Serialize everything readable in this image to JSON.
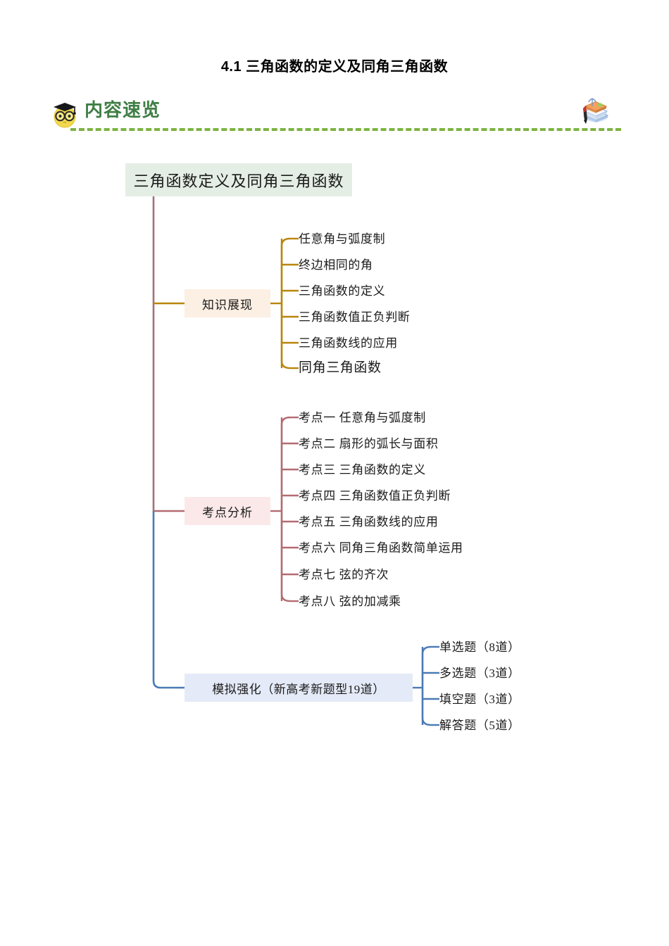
{
  "document": {
    "title": "4.1 三角函数的定义及同角三角函数"
  },
  "header": {
    "label": "内容速览",
    "left_icon": "owl-graduate-icon",
    "right_icon": "stacked-books-icon",
    "rule_color": "#7cb342",
    "label_color": "#3f7e45"
  },
  "mindmap": {
    "root": {
      "label": "三角函数定义及同角三角函数",
      "fill": "#e5eee5"
    },
    "branches": [
      {
        "label": "知识展现",
        "fill": "#fcefe3",
        "color": "#b8860b",
        "children": [
          {
            "label": "任意角与弧度制"
          },
          {
            "label": "终边相同的角"
          },
          {
            "label": "三角函数的定义"
          },
          {
            "label": "三角函数值正负判断"
          },
          {
            "label": "三角函数线的应用"
          },
          {
            "label": "同角三角函数"
          }
        ]
      },
      {
        "label": "考点分析",
        "fill": "#fbe9e9",
        "color": "#b36b72",
        "children": [
          {
            "label": "考点一  任意角与弧度制"
          },
          {
            "label": "考点二  扇形的弧长与面积"
          },
          {
            "label": "考点三  三角函数的定义"
          },
          {
            "label": "考点四  三角函数值正负判断"
          },
          {
            "label": "考点五  三角函数线的应用"
          },
          {
            "label": "考点六  同角三角函数简单运用"
          },
          {
            "label": "考点七  弦的齐次"
          },
          {
            "label": "考点八  弦的加减乘"
          }
        ]
      },
      {
        "label": "模拟强化（新高考新题型19道）",
        "fill": "#e4eaf7",
        "color": "#4a7ab5",
        "children": [
          {
            "label": "单选题（8道）"
          },
          {
            "label": "多选题（3道）"
          },
          {
            "label": "填空题（3道）"
          },
          {
            "label": "解答题（5道）"
          }
        ]
      }
    ],
    "trunk_color_upper": "#a4707a",
    "trunk_color_lower": "#4a7ab5"
  }
}
